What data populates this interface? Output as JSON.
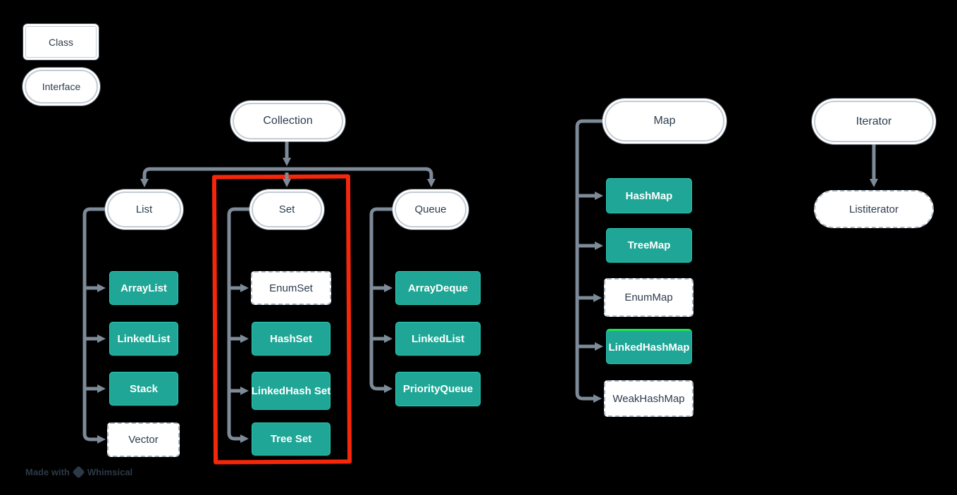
{
  "legend": {
    "class_label": "Class",
    "interface_label": "Interface"
  },
  "interfaces": {
    "collection": "Collection",
    "list": "List",
    "set": "Set",
    "queue": "Queue",
    "map": "Map",
    "iterator": "Iterator",
    "listiterator": "Listiterator"
  },
  "classes": {
    "list_children": [
      "ArrayList",
      "LinkedList",
      "Stack",
      "Vector"
    ],
    "set_children": [
      "EnumSet",
      "HashSet",
      "LinkedHash Set",
      "Tree Set"
    ],
    "queue_children": [
      "ArrayDeque",
      "LinkedList",
      "PriorityQueue"
    ],
    "map_children": [
      "HashMap",
      "TreeMap",
      "EnumMap",
      "LinkedHashMap",
      "WeakHashMap"
    ]
  },
  "watermark": {
    "prefix": "Made with",
    "brand": "Whimsical"
  },
  "colors": {
    "background": "#000000",
    "class_fill": "#1fa696",
    "class_border": "#2cc9b6",
    "interface_fill": "#ffffff",
    "interface_border": "#c3ccd6",
    "dashed_border": "#aab6c2",
    "text_dark": "#2d3c4e",
    "text_light": "#ffffff",
    "connector": "#7d8a98",
    "highlight_box": "#f4270b",
    "linkedhashmap_accent": "#1fe34f"
  }
}
